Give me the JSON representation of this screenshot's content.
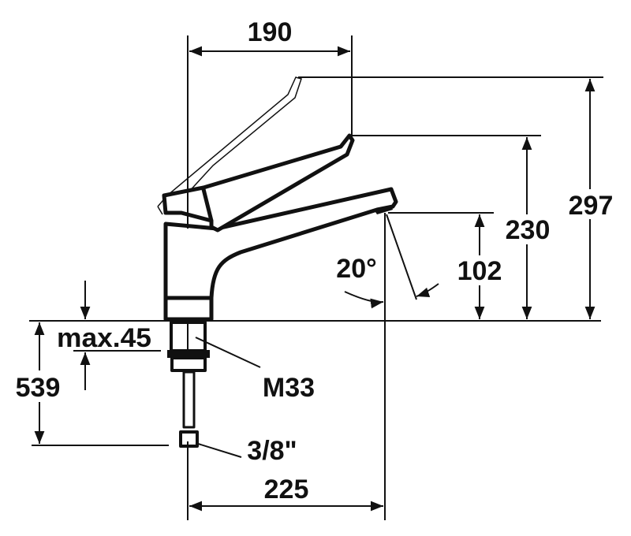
{
  "title": "Faucet dimension drawing",
  "dimensions": {
    "lever_reach": "190",
    "total_height": "297",
    "lever_height": "230",
    "spout_height": "102",
    "swivel_angle": "20°",
    "spout_projection": "225",
    "hose_length": "539",
    "max_deck_thickness": "max.45",
    "thread": "M33",
    "connection": "3/8\""
  },
  "colors": {
    "line": "#111111",
    "background": "#ffffff"
  }
}
